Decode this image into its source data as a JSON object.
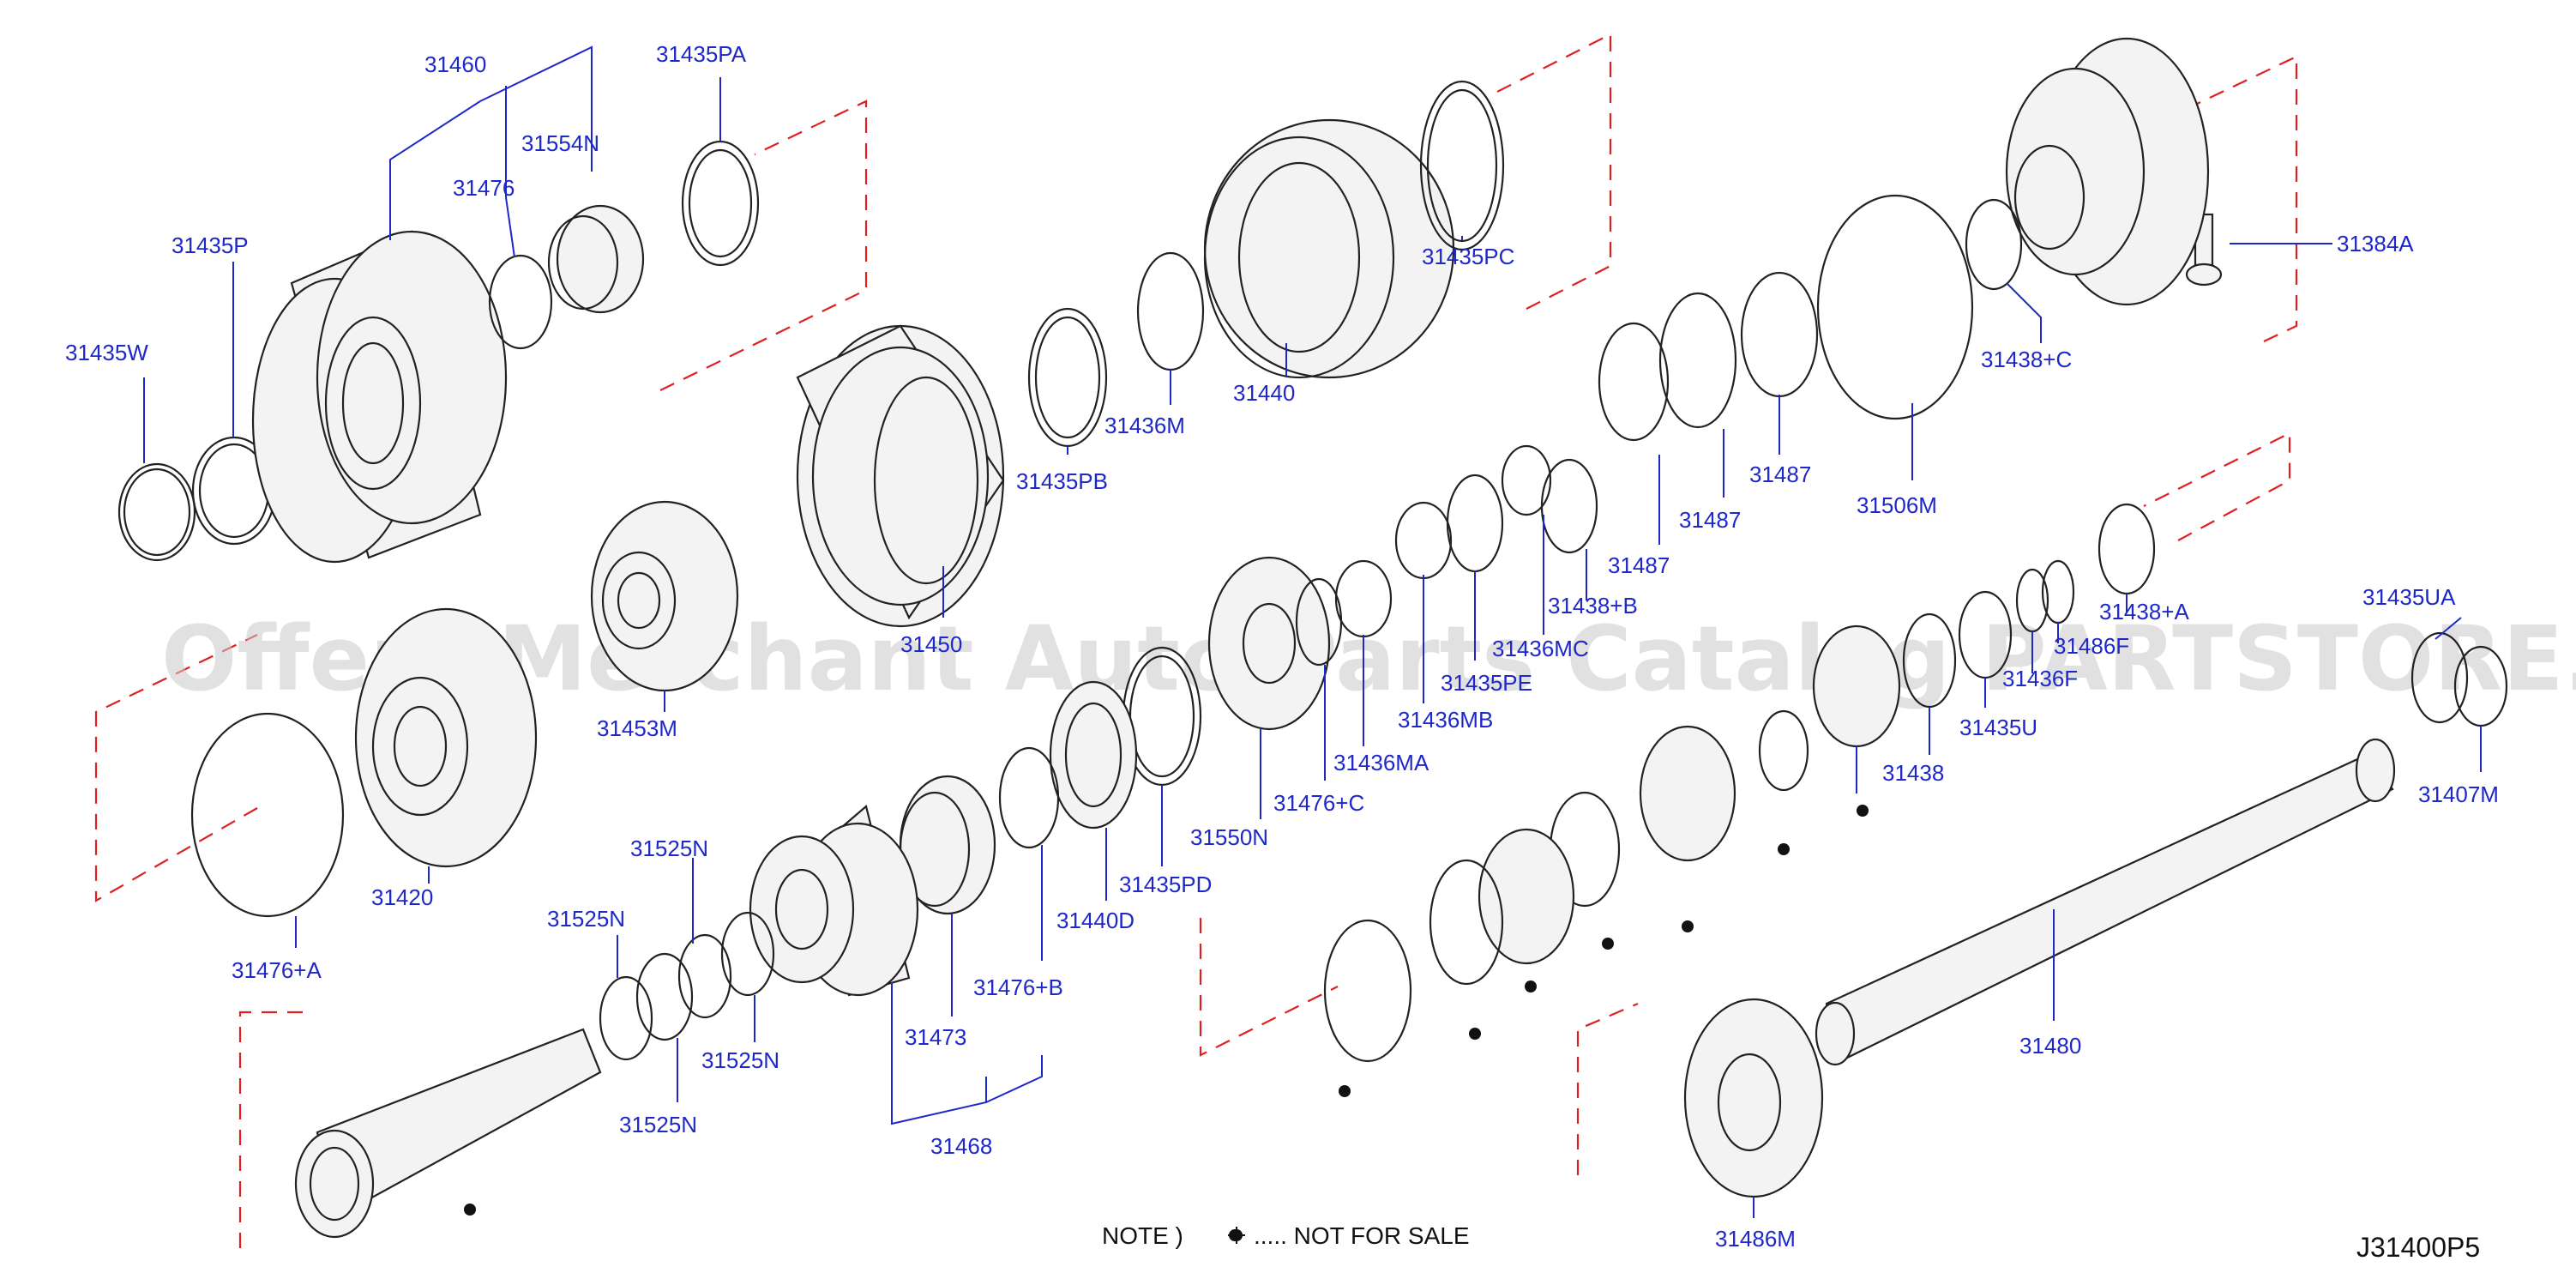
{
  "diagram": {
    "code": "J31400P5",
    "watermark": "Offers Merchant Auto Parts Catalog PARTSTORE.SA",
    "note": {
      "prefix": "NOTE )",
      "text": "..... NOT FOR SALE"
    },
    "colors": {
      "label": "#1e28c8",
      "line": "#222222",
      "dash": "#e02020"
    },
    "labels": {
      "l31460": "31460",
      "l31435PA": "31435PA",
      "l31554N": "31554N",
      "l31476": "31476",
      "l31435P": "31435P",
      "l31435W": "31435W",
      "l31435PC": "31435PC",
      "l31436M": "31436M",
      "l31440": "31440",
      "l31435PB": "31435PB",
      "l31450": "31450",
      "l31453M": "31453M",
      "l31384A": "31384A",
      "l31438C": "31438+C",
      "l31506M": "31506M",
      "l31487a": "31487",
      "l31487b": "31487",
      "l31487c": "31487",
      "l31438B": "31438+B",
      "l31436MC": "31436MC",
      "l31435PE": "31435PE",
      "l31436MB": "31436MB",
      "l31436MA": "31436MA",
      "l31476C": "31476+C",
      "l31550N": "31550N",
      "l31435PD": "31435PD",
      "l31440D": "31440D",
      "l31476B": "31476+B",
      "l31473": "31473",
      "l31468": "31468",
      "l31420": "31420",
      "l31476A": "31476+A",
      "l31525Na": "31525N",
      "l31525Nb": "31525N",
      "l31525Nc": "31525N",
      "l31525Nd": "31525N",
      "l31438A": "31438+A",
      "l31486F": "31486F",
      "l31436F": "31436F",
      "l31435U": "31435U",
      "l31438": "31438",
      "l31435UA": "31435UA",
      "l31407M": "31407M",
      "l31480": "31480",
      "l31486M": "31486M"
    }
  }
}
